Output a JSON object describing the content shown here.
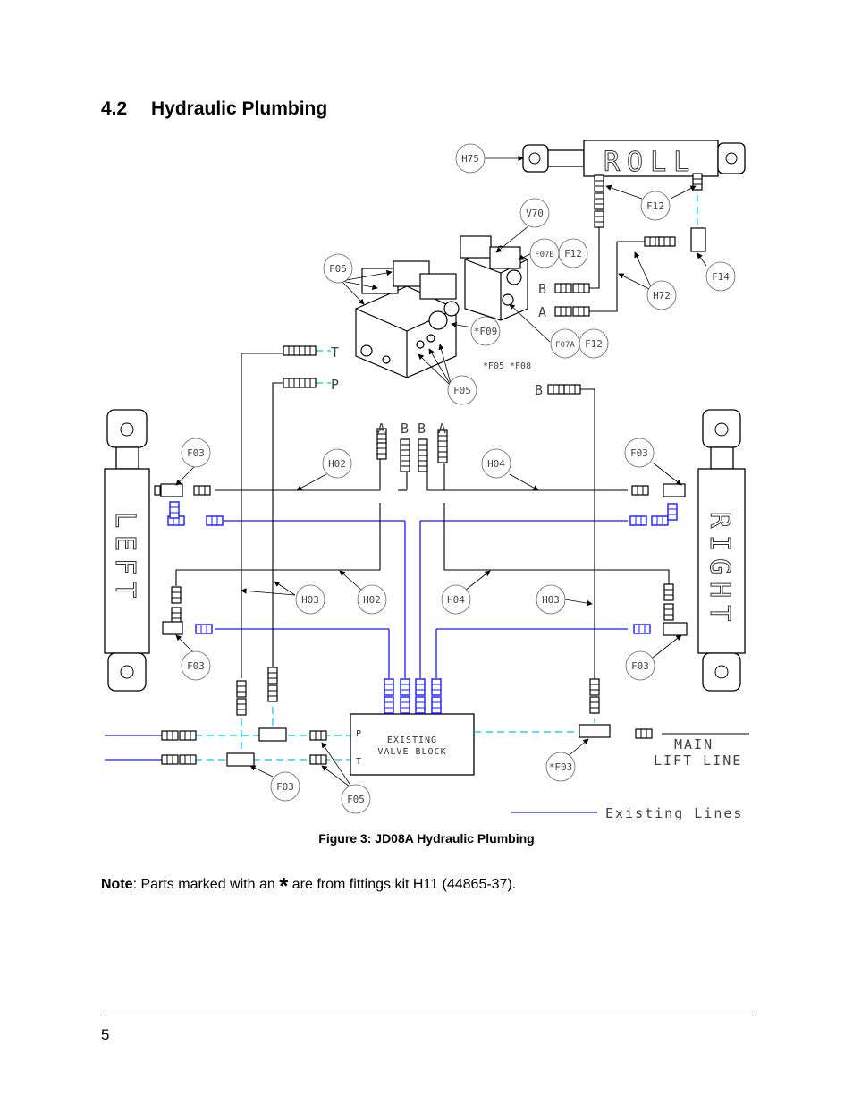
{
  "section": {
    "number": "4.2",
    "title": "Hydraulic Plumbing"
  },
  "figure": {
    "caption": "Figure 3: JD08A Hydraulic Plumbing",
    "callouts": {
      "h75": "H75",
      "v70": "V70",
      "f12_top": "F12",
      "f05_top": "F05",
      "f07b": "F07B",
      "f12_b": "F12",
      "f14": "F14",
      "h72": "H72",
      "f09": "*F09",
      "f07a": "F07A",
      "f12_a": "F12",
      "f05_f08": "*F05 *F08",
      "f05_mid": "F05",
      "f03_left_top": "F03",
      "h02_top": "H02",
      "h04_top": "H04",
      "f03_right_top": "F03",
      "h03_left": "H03",
      "h02_bottom": "H02",
      "h04_bottom": "H04",
      "h03_right": "H03",
      "f03_left_bottom": "F03",
      "f03_right_bottom": "F03",
      "f03_bottom": "F03",
      "f05_bottom": "F05",
      "f03_star": "*F03"
    },
    "labels": {
      "roll": "ROLL",
      "left": "LEFT",
      "right": "RIGHT",
      "port_t": "T",
      "port_p": "P",
      "port_b_roll": "B",
      "port_a_roll": "A",
      "port_b_main": "B",
      "valve_ports": [
        "A",
        "B",
        "B",
        "A"
      ],
      "valve_block_line1": "EXISTING",
      "valve_block_line2": "VALVE BLOCK",
      "valve_block_p": "P",
      "valve_block_t": "T",
      "main_lift_line1": "MAIN",
      "main_lift_line2": "LIFT LINE",
      "legend": "Existing Lines"
    },
    "colors": {
      "existing_lines": "#1a1aff",
      "new_lines": "#00c8e0",
      "line": "#000000"
    }
  },
  "note": {
    "label": "Note",
    "text_before": ":  Parts marked with an ",
    "symbol": "*",
    "text_after": " are from fittings kit H11 (44865-37)."
  },
  "footer": {
    "page_number": "5"
  }
}
